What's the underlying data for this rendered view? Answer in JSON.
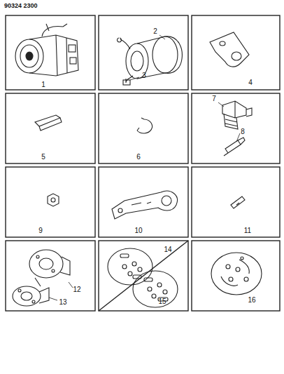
{
  "diagram": {
    "labels": [
      "90324 2300",
      "1",
      "2",
      "3",
      "4",
      "5",
      "6",
      "7",
      "8",
      "9",
      "10",
      "11",
      "12",
      "13",
      "14",
      "15",
      "16"
    ]
  }
}
